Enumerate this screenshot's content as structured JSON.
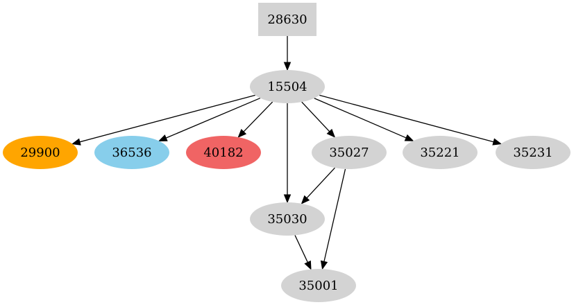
{
  "graph": {
    "nodes": [
      {
        "id": "28630",
        "label": "28630",
        "shape": "box",
        "color": "#d3d3d3"
      },
      {
        "id": "15504",
        "label": "15504",
        "shape": "ellipse",
        "color": "#d3d3d3"
      },
      {
        "id": "29900",
        "label": "29900",
        "shape": "ellipse",
        "color": "#ffa500"
      },
      {
        "id": "36536",
        "label": "36536",
        "shape": "ellipse",
        "color": "#87ceeb"
      },
      {
        "id": "40182",
        "label": "40182",
        "shape": "ellipse",
        "color": "#f06464"
      },
      {
        "id": "35027",
        "label": "35027",
        "shape": "ellipse",
        "color": "#d3d3d3"
      },
      {
        "id": "35221",
        "label": "35221",
        "shape": "ellipse",
        "color": "#d3d3d3"
      },
      {
        "id": "35231",
        "label": "35231",
        "shape": "ellipse",
        "color": "#d3d3d3"
      },
      {
        "id": "35030",
        "label": "35030",
        "shape": "ellipse",
        "color": "#d3d3d3"
      },
      {
        "id": "35001",
        "label": "35001",
        "shape": "ellipse",
        "color": "#d3d3d3"
      }
    ],
    "edges": [
      {
        "from": "28630",
        "to": "15504"
      },
      {
        "from": "15504",
        "to": "29900"
      },
      {
        "from": "15504",
        "to": "36536"
      },
      {
        "from": "15504",
        "to": "40182"
      },
      {
        "from": "15504",
        "to": "35030"
      },
      {
        "from": "15504",
        "to": "35027"
      },
      {
        "from": "15504",
        "to": "35221"
      },
      {
        "from": "15504",
        "to": "35231"
      },
      {
        "from": "35027",
        "to": "35030"
      },
      {
        "from": "35027",
        "to": "35001"
      },
      {
        "from": "35030",
        "to": "35001"
      }
    ]
  }
}
